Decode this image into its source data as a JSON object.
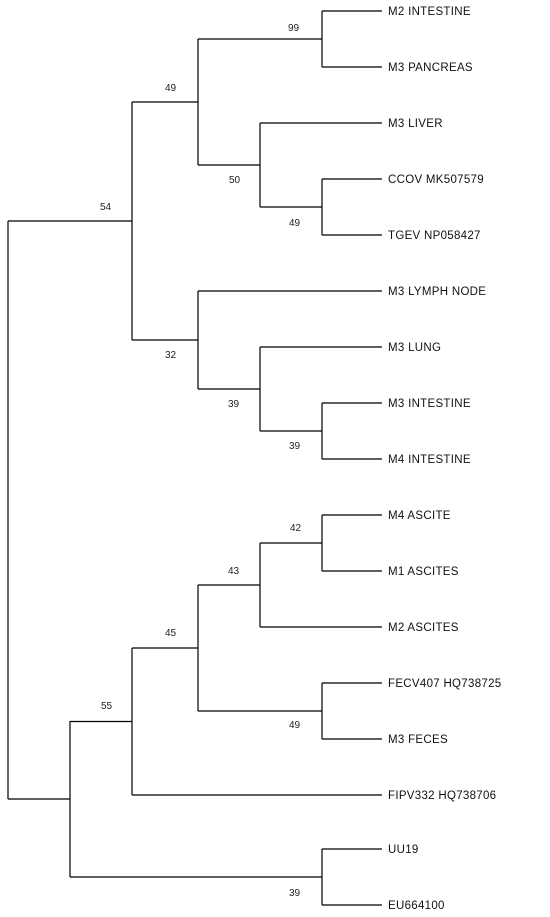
{
  "tree": {
    "leaves": [
      {
        "id": "L1",
        "label": "M2 INTESTINE"
      },
      {
        "id": "L2",
        "label": "M3 PANCREAS"
      },
      {
        "id": "L3",
        "label": "M3 LIVER"
      },
      {
        "id": "L4",
        "label": "CCOV MK507579"
      },
      {
        "id": "L5",
        "label": "TGEV NP058427"
      },
      {
        "id": "L6",
        "label": "M3 LYMPH NODE"
      },
      {
        "id": "L7",
        "label": "M3 LUNG"
      },
      {
        "id": "L8",
        "label": "M3 INTESTINE"
      },
      {
        "id": "L9",
        "label": "M4 INTESTINE"
      },
      {
        "id": "L10",
        "label": "M4 ASCITE"
      },
      {
        "id": "L11",
        "label": "M1 ASCITES"
      },
      {
        "id": "L12",
        "label": "M2 ASCITES"
      },
      {
        "id": "L13",
        "label": "FECV407 HQ738725"
      },
      {
        "id": "L14",
        "label": "M3 FECES"
      },
      {
        "id": "L15",
        "label": "FIPV332 HQ738706"
      },
      {
        "id": "L16",
        "label": "UU19"
      },
      {
        "id": "L17",
        "label": "EU664100"
      }
    ],
    "bootstrap_values": [
      "99",
      "49",
      "50",
      "49",
      "54",
      "32",
      "39",
      "39",
      "42",
      "43",
      "45",
      "49",
      "55",
      "39"
    ]
  }
}
